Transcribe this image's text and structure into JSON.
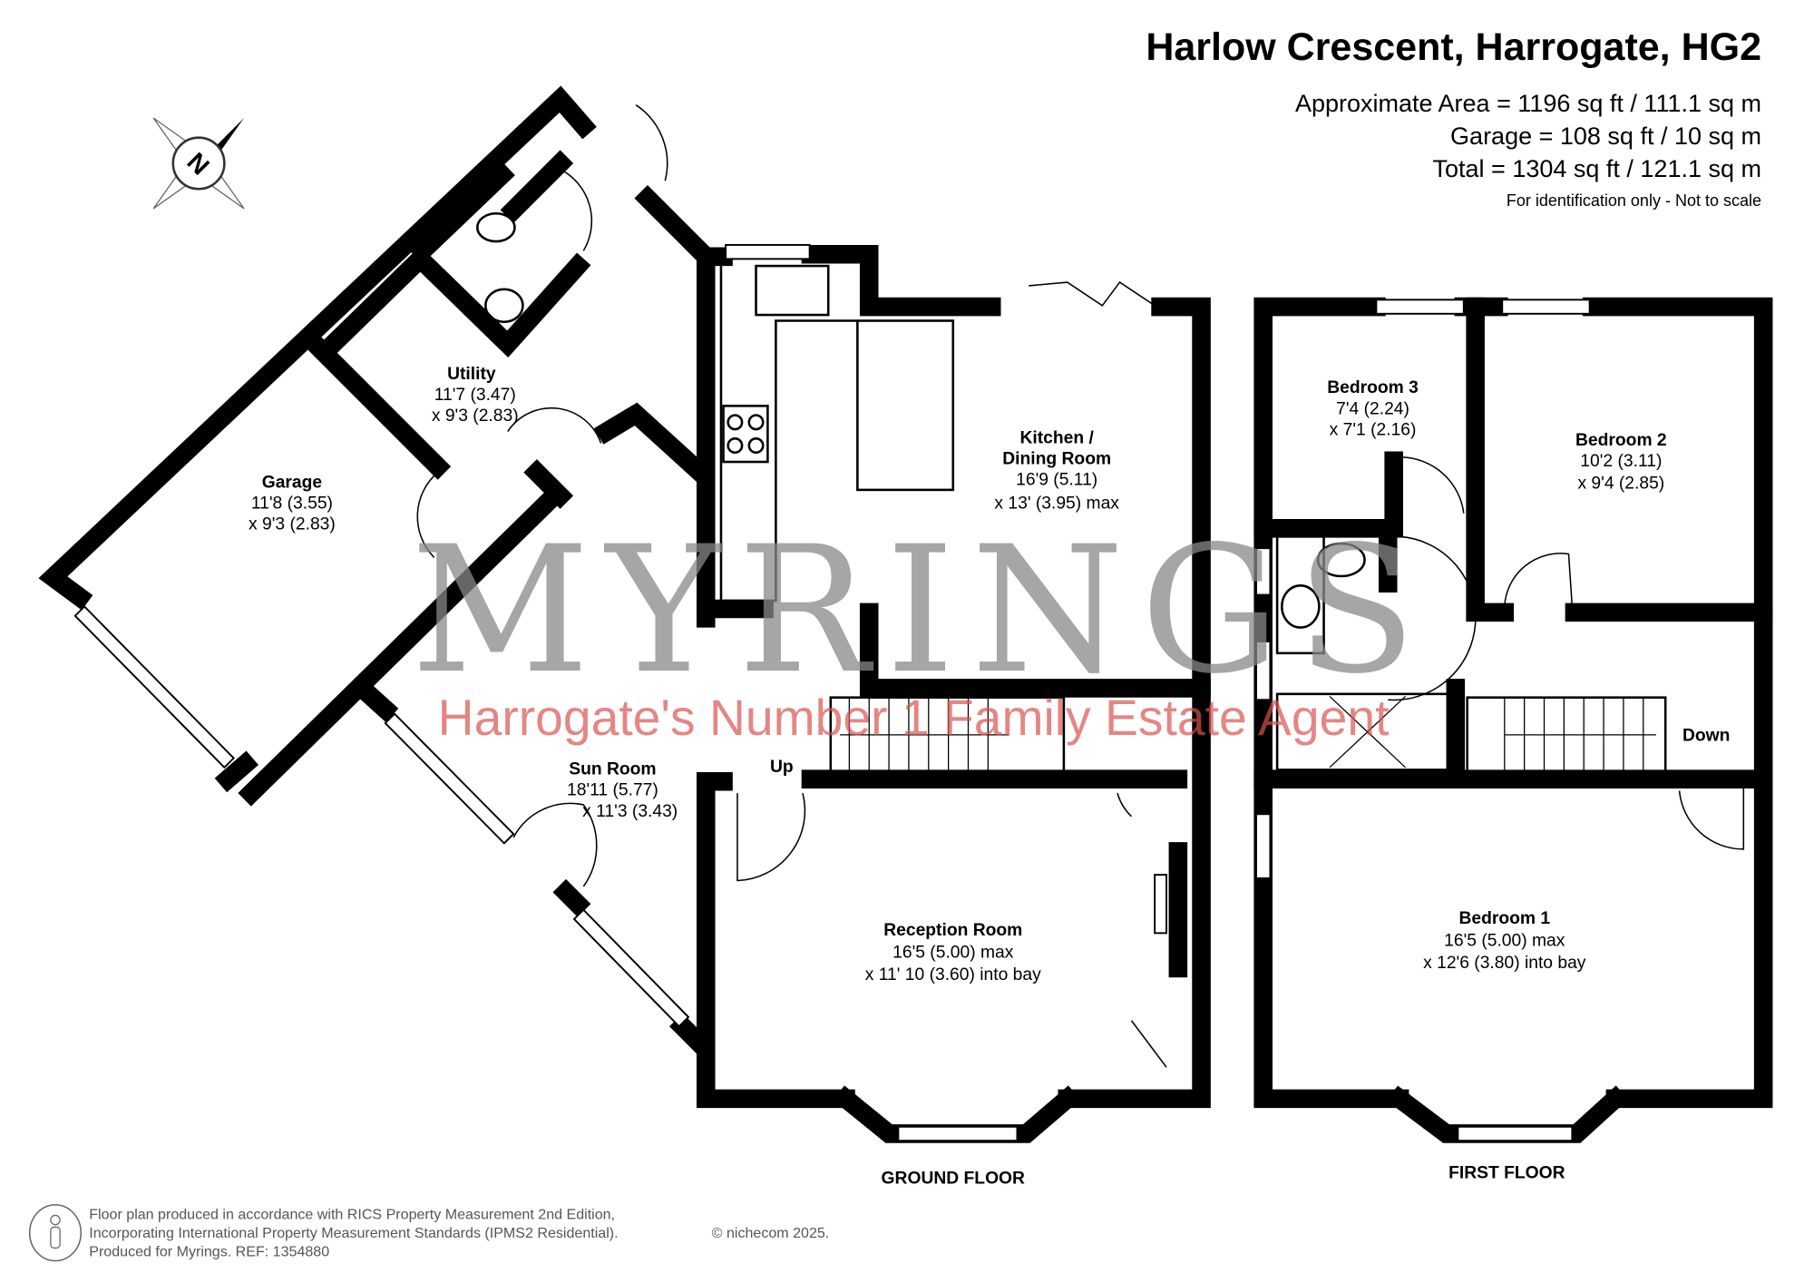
{
  "header": {
    "title": "Harlow Crescent, Harrogate, HG2",
    "approx_area": "Approximate Area = 1196 sq ft / 111.1 sq m",
    "garage_area": "Garage = 108 sq ft / 10 sq m",
    "total_area": "Total = 1304 sq ft / 121.1 sq m",
    "disclaimer": "For identification only - Not to scale"
  },
  "compass": {
    "label": "N"
  },
  "watermark": {
    "brand": "MYRINGS",
    "tagline": "Harrogate's Number 1 Family Estate Agent"
  },
  "ground_floor": {
    "label": "GROUND FLOOR",
    "rooms": [
      {
        "name": "Utility",
        "dim1": "11'7 (3.47)",
        "dim2": "x 9'3 (2.83)"
      },
      {
        "name": "Garage",
        "dim1": "11'8 (3.55)",
        "dim2": "x 9'3 (2.83)"
      },
      {
        "name": "Kitchen /",
        "name2": "Dining Room",
        "dim1": "16'9 (5.11)",
        "dim2": "x 13' (3.95) max"
      },
      {
        "name": "Sun Room",
        "dim1": "18'11 (5.77)",
        "dim2": "x 11'3 (3.43)"
      },
      {
        "name": "Reception Room",
        "dim1": "16'5 (5.00) max",
        "dim2": "x 11' 10 (3.60) into bay"
      }
    ],
    "stairs_label": "Up"
  },
  "first_floor": {
    "label": "FIRST FLOOR",
    "rooms": [
      {
        "name": "Bedroom 3",
        "dim1": "7'4 (2.24)",
        "dim2": "x 7'1 (2.16)"
      },
      {
        "name": "Bedroom 2",
        "dim1": "10'2 (3.11)",
        "dim2": "x 9'4 (2.85)"
      },
      {
        "name": "Bedroom 1",
        "dim1": "16'5 (5.00) max",
        "dim2": "x 12'6 (3.80) into bay"
      }
    ],
    "stairs_label": "Down"
  },
  "footer": {
    "line1": "Floor plan produced in accordance with RICS Property Measurement 2nd Edition,",
    "line2": "Incorporating International Property Measurement Standards (IPMS2 Residential).",
    "copyright": "© nichecom 2025.",
    "line3": "Produced for Myrings.   REF: 1354880"
  }
}
